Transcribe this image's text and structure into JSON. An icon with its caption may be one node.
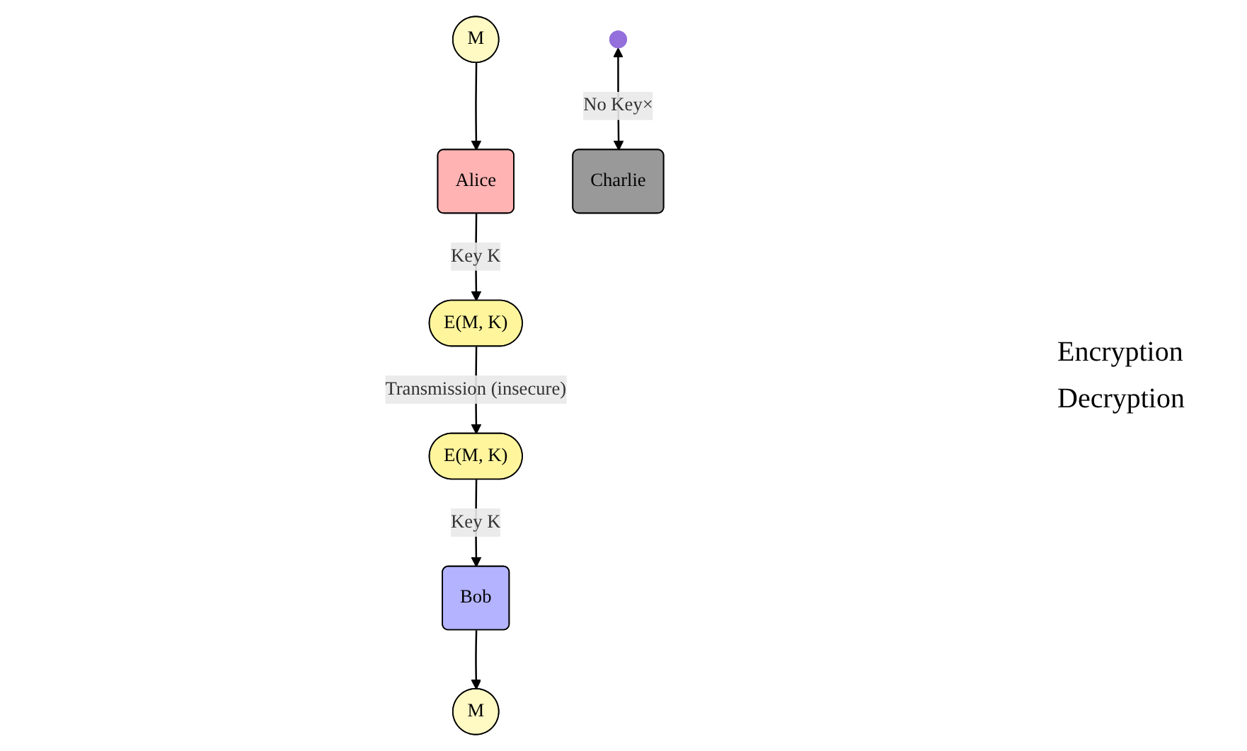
{
  "diagram": {
    "nodes": [
      {
        "text": [
          "M"
        ]
      },
      {
        "text": [
          "M"
        ]
      },
      {
        "text": [
          "Alice"
        ]
      },
      {
        "text": [
          "Charlie"
        ]
      },
      {
        "text": [
          "Bob"
        ]
      },
      {
        "text": [
          "E(M, K)"
        ]
      },
      {
        "text": [
          "E(M, K)"
        ]
      }
    ],
    "edges": [
      {
        "from": 0,
        "to": 2,
        "arrow": "to"
      },
      {
        "from": 2,
        "to": 5,
        "arrow": "to",
        "label": "Key K"
      },
      {
        "from": 5,
        "to": 6,
        "arrow": "to",
        "label": "Transmission (insecure)"
      },
      {
        "from": null,
        "to": 3,
        "arrow": "both",
        "label": "No Key×"
      },
      {
        "from": 6,
        "to": 4,
        "arrow": "to",
        "label": "Key K"
      },
      {
        "from": 4,
        "to": 1,
        "arrow": "to"
      }
    ],
    "labels": [
      "Encryption",
      "Decryption"
    ]
  }
}
